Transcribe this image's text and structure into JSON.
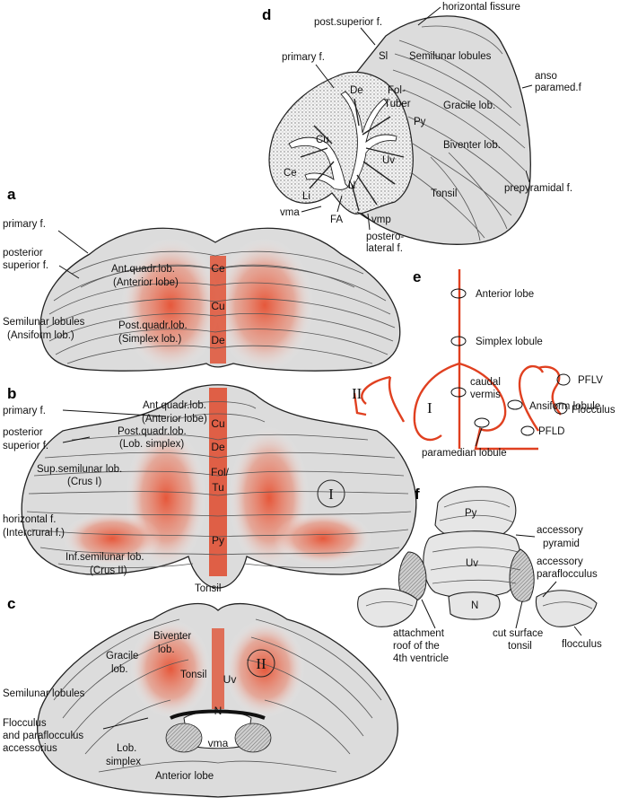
{
  "panel_d": {
    "letter": "d",
    "labels": {
      "post_superior_f": "post.superior f.",
      "horizontal_fissure": "horizontal fissure",
      "primary_f": "primary f.",
      "sl": "Sl",
      "semilunar_lobules": "Semilunar lobules",
      "anso_1": "anso",
      "anso_2": "paramed.f",
      "de": "De",
      "fol": "Fol-",
      "tuber": "Tuber",
      "gracile_lob": "Gracile lob.",
      "py": "Py",
      "cu": "Cu",
      "biventer_lob": "Biventer lob.",
      "uv": "Uv",
      "ce": "Ce",
      "li": "Li",
      "n": "N",
      "tonsil": "Tonsil",
      "prepyramidal_f": "prepyramidal f.",
      "vma": "vma",
      "fa": "FA",
      "vmp": "vmp",
      "posterolateral_1": "postero-",
      "posterolateral_2": "lateral f."
    }
  },
  "panel_a": {
    "letter": "a",
    "labels": {
      "primary_f": "primary f.",
      "posterior_superior_1": "posterior",
      "posterior_superior_2": "superior f.",
      "ant_quadr_1": "Ant.quadr.lob.",
      "ant_quadr_2": "(Anterior lobe)",
      "ce": "Ce",
      "cu": "Cu",
      "semilunar_1": "Semilunar lobules",
      "semilunar_2": "(Ansiform lob.)",
      "post_quadr_1": "Post.quadr.lob.",
      "post_quadr_2": "(Simplex lob.)",
      "de": "De"
    }
  },
  "panel_b": {
    "letter": "b",
    "labels": {
      "ant_quadr_1": "Ant.quadr.lob.",
      "ant_quadr_2": "(Anterior lobe)",
      "cu": "Cu",
      "primary_f": "primary f.",
      "post_quadr_1": "Post.quadr.lob.",
      "post_quadr_2": "(Lob. simplex)",
      "posterior_superior_1": "posterior",
      "posterior_superior_2": "superior f.",
      "de": "De",
      "sup_semilunar_1": "Sup.semilunar lob.",
      "sup_semilunar_2": "(Crus I)",
      "fol": "Fol/",
      "tu": "Tu",
      "roman_i": "I",
      "horizontal_1": "horizontal f.",
      "horizontal_2": "(Intercrural f.)",
      "py": "Py",
      "inf_semilunar_1": "Inf.semilunar lob.",
      "inf_semilunar_2": "(Crus II)",
      "tonsil": "Tonsil"
    }
  },
  "panel_c": {
    "letter": "c",
    "labels": {
      "biventer_1": "Biventer",
      "biventer_2": "lob.",
      "gracile_1": "Gracile",
      "gracile_2": "lob.",
      "roman_ii": "II",
      "tonsil": "Tonsil",
      "uv": "Uv",
      "semilunar_lobules": "Semilunar lobules",
      "n": "N",
      "flocculus_1": "Flocculus",
      "flocculus_2": "and paraflocculus",
      "flocculus_3": "accessorius",
      "lob_simplex_1": "Lob.",
      "lob_simplex_2": "simplex",
      "vma": "vma",
      "anterior_lobe": "Anterior lobe"
    }
  },
  "panel_e": {
    "letter": "e",
    "labels": {
      "anterior_lobe": "Anterior lobe",
      "simplex_lobule": "Simplex lobule",
      "pflv": "PFLV",
      "roman_ii": "II",
      "roman_i": "I",
      "caudal_1": "caudal",
      "caudal_2": "vermis",
      "flocculus": "Flocculus",
      "ansiform_lobule": "Ansiform lobule",
      "pfld": "PFLD",
      "paramedian_lobule": "paramedian lobule"
    }
  },
  "panel_f": {
    "letter": "f",
    "labels": {
      "py": "Py",
      "accessory_pyramid_1": "accessory",
      "accessory_pyramid_2": "pyramid",
      "uv": "Uv",
      "accessory_paraflocculus_1": "accessory",
      "accessory_paraflocculus_2": "paraflocculus",
      "n": "N",
      "attachment_1": "attachment",
      "attachment_2": "roof of the",
      "attachment_3": "4th ventricle",
      "cut_surface_1": "cut surface",
      "cut_surface_2": "tonsil",
      "flocculus": "flocculus"
    }
  },
  "colors": {
    "highlight": "#e04020",
    "outline": "#222222",
    "surface": "#dcdcdc"
  }
}
